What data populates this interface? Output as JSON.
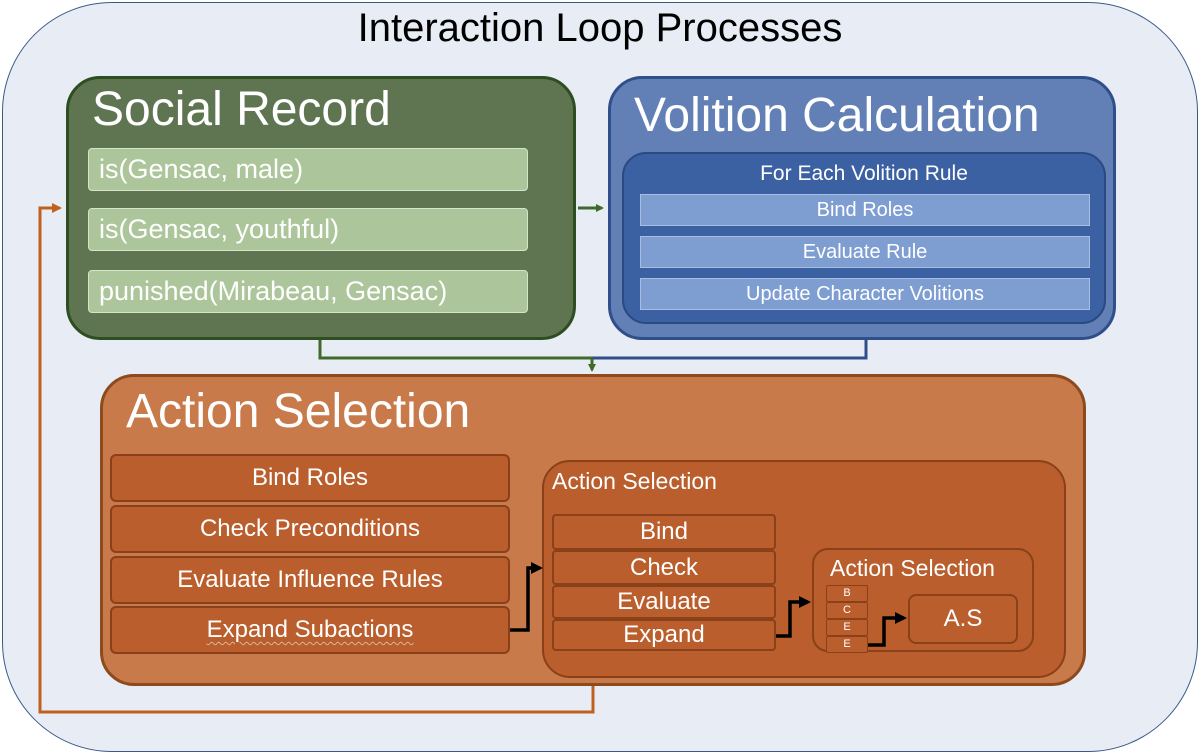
{
  "title": "Interaction Loop Processes",
  "social_record": {
    "title": "Social Record",
    "facts": [
      "is(Gensac, male)",
      "is(Gensac, youthful)",
      "punished(Mirabeau, Gensac)"
    ]
  },
  "volition_calculation": {
    "title": "Volition Calculation",
    "inner_title": "For Each Volition Rule",
    "steps": [
      "Bind Roles",
      "Evaluate Rule",
      "Update Character Volitions"
    ]
  },
  "action_selection": {
    "title": "Action Selection",
    "steps": [
      "Bind Roles",
      "Check Preconditions",
      "Evaluate Influence Rules",
      "Expand Subactions"
    ],
    "nested": {
      "title": "Action Selection",
      "steps": [
        "Bind",
        "Check",
        "Evaluate",
        "Expand"
      ],
      "nested": {
        "title": "Action Selection",
        "steps": [
          "B",
          "C",
          "E",
          "E"
        ],
        "leaf": "A.S"
      }
    }
  },
  "colors": {
    "social_green": "#5f7552",
    "volition_blue": "#6280b6",
    "action_orange": "#c97a4a",
    "feedback_arrow": "#c0601f"
  }
}
